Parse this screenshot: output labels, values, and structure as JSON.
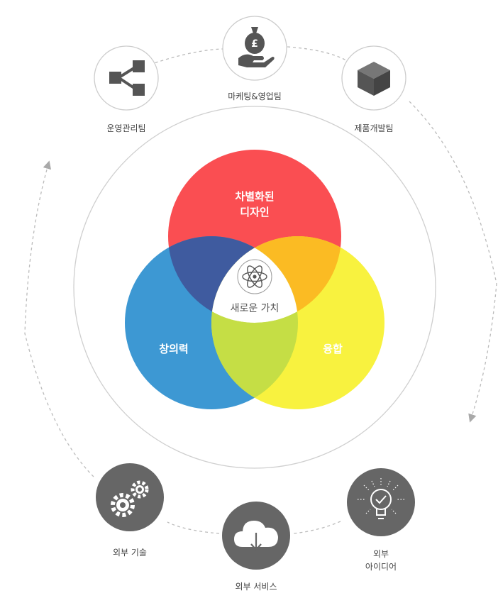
{
  "venn": {
    "top": {
      "line1": "차별화된",
      "line2": "디자인",
      "color": "#fa4e52"
    },
    "left": {
      "label": "창의력",
      "color": "#3d98d3"
    },
    "right": {
      "label": "융합",
      "color": "#f8f23f"
    },
    "center": {
      "label": "새로운 가치",
      "icon": "atom-icon"
    },
    "overlap_colors": {
      "top_left": "#3f5b9f",
      "top_right": "#fbbb23",
      "left_right": "#c5de45"
    }
  },
  "teams": [
    {
      "label": "운영관리팀",
      "icon": "share-icon"
    },
    {
      "label": "마케팅&영업팀",
      "icon": "money-bag-icon"
    },
    {
      "label": "제품개발팀",
      "icon": "box-icon"
    }
  ],
  "external": {
    "tech": {
      "label": "외부 기술",
      "icon": "gears-icon"
    },
    "service": {
      "label": "외부 서비스",
      "icon": "cloud-download-icon"
    },
    "idea": {
      "line1": "외부",
      "line2": "아이디어",
      "icon": "lightbulb-icon"
    }
  },
  "colors": {
    "icon_dark": "#555555",
    "outline": "#cccccc",
    "dash": "#bbbbbb"
  }
}
